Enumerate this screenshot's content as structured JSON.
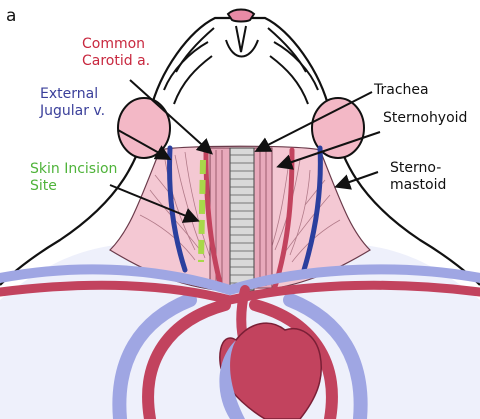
{
  "panel_label": "a",
  "labels": {
    "common_carotid": [
      "Common",
      "Carotid a."
    ],
    "external_jugular": [
      "External",
      "Jugular v."
    ],
    "skin_incision": [
      "Skin Incision",
      "Site"
    ],
    "trachea": [
      "Trachea"
    ],
    "sternohyoid": [
      "Sternohyoid"
    ],
    "sternomastoid": [
      "Sterno-",
      "mastoid"
    ]
  },
  "colors": {
    "artery": "#c2435e",
    "vein": "#2b3f9e",
    "vein_light": "#9fa6e3",
    "muscle": "#f1c4cf",
    "skin_pink": "#f3b8c6",
    "incision": "#a8d84a",
    "label_red": "#c8283f",
    "label_blue": "#3a3f9a",
    "label_green": "#4fb33a"
  }
}
